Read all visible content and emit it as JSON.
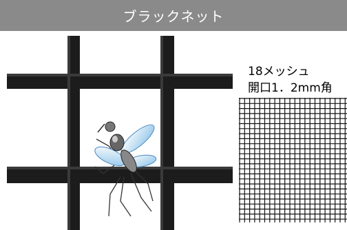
{
  "header": {
    "title": "ブラックネット"
  },
  "closeup": {
    "image_name": "black-net-closeup-with-mosquito"
  },
  "mesh_info": {
    "count_label": "18メッシュ",
    "opening_label": "開口1．2mm角"
  },
  "mesh_sample": {
    "image_name": "mesh-grid-sample"
  },
  "colors": {
    "header_bg": "#8a8a8a",
    "header_text": "#ffffff",
    "net": "#1c1c1c",
    "mosquito_wing": "#8fc4e8",
    "mosquito_body": "#555555"
  }
}
